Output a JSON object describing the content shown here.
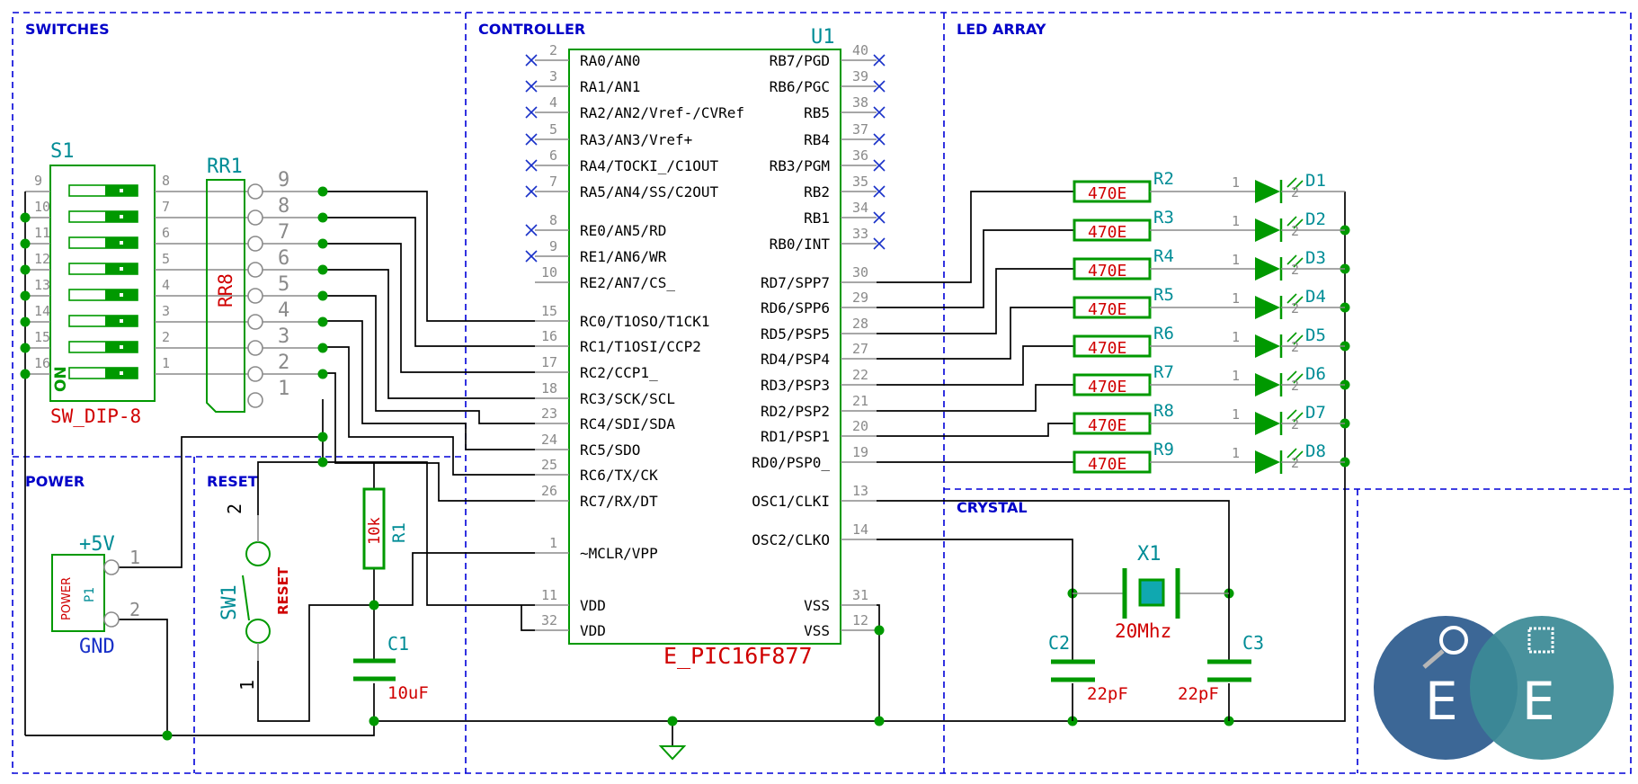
{
  "sections": {
    "switches": "SWITCHES",
    "controller": "CONTROLLER",
    "led_array": "LED ARRAY",
    "power": "POWER",
    "reset": "RESET",
    "crystal": "CRYSTAL"
  },
  "u1": {
    "ref": "U1",
    "value": "E_PIC16F877",
    "left_pins": [
      {
        "num": "2",
        "name": "RA0/AN0",
        "nc": true
      },
      {
        "num": "3",
        "name": "RA1/AN1",
        "nc": true
      },
      {
        "num": "4",
        "name": "RA2/AN2/Vref-/CVRef",
        "nc": true
      },
      {
        "num": "5",
        "name": "RA3/AN3/Vref+",
        "nc": true
      },
      {
        "num": "6",
        "name": "RA4/TOCKI_/C1OUT",
        "nc": true
      },
      {
        "num": "7",
        "name": "RA5/AN4/SS/C2OUT",
        "nc": true
      },
      {
        "num": "8",
        "name": "RE0/AN5/RD",
        "nc": true
      },
      {
        "num": "9",
        "name": "RE1/AN6/WR",
        "nc": true
      },
      {
        "num": "10",
        "name": "RE2/AN7/CS_",
        "nc": false
      },
      {
        "num": "15",
        "name": "RC0/T1OSO/T1CK1",
        "nc": false
      },
      {
        "num": "16",
        "name": "RC1/T1OSI/CCP2",
        "nc": false
      },
      {
        "num": "17",
        "name": "RC2/CCP1_",
        "nc": false
      },
      {
        "num": "18",
        "name": "RC3/SCK/SCL",
        "nc": false
      },
      {
        "num": "23",
        "name": "RC4/SDI/SDA",
        "nc": false
      },
      {
        "num": "24",
        "name": "RC5/SDO",
        "nc": false
      },
      {
        "num": "25",
        "name": "RC6/TX/CK",
        "nc": false
      },
      {
        "num": "26",
        "name": "RC7/RX/DT",
        "nc": false
      },
      {
        "num": "1",
        "name": "~MCLR/VPP",
        "nc": false
      },
      {
        "num": "11",
        "name": "VDD",
        "nc": false
      },
      {
        "num": "32",
        "name": "VDD",
        "nc": false
      }
    ],
    "right_pins": [
      {
        "num": "40",
        "name": "RB7/PGD",
        "nc": true
      },
      {
        "num": "39",
        "name": "RB6/PGC",
        "nc": true
      },
      {
        "num": "38",
        "name": "RB5",
        "nc": true
      },
      {
        "num": "37",
        "name": "RB4",
        "nc": true
      },
      {
        "num": "36",
        "name": "RB3/PGM",
        "nc": true
      },
      {
        "num": "35",
        "name": "RB2",
        "nc": true
      },
      {
        "num": "34",
        "name": "RB1",
        "nc": true
      },
      {
        "num": "33",
        "name": "RB0/INT",
        "nc": true
      },
      {
        "num": "30",
        "name": "RD7/SPP7",
        "nc": false
      },
      {
        "num": "29",
        "name": "RD6/SPP6",
        "nc": false
      },
      {
        "num": "28",
        "name": "RD5/PSP5",
        "nc": false
      },
      {
        "num": "27",
        "name": "RD4/PSP4",
        "nc": false
      },
      {
        "num": "22",
        "name": "RD3/PSP3",
        "nc": false
      },
      {
        "num": "21",
        "name": "RD2/PSP2",
        "nc": false
      },
      {
        "num": "20",
        "name": "RD1/PSP1",
        "nc": false
      },
      {
        "num": "19",
        "name": "RD0/PSP0_",
        "nc": false
      },
      {
        "num": "13",
        "name": "OSC1/CLKI",
        "nc": false
      },
      {
        "num": "14",
        "name": "OSC2/CLKO",
        "nc": false
      },
      {
        "num": "31",
        "name": "VSS",
        "nc": false
      },
      {
        "num": "12",
        "name": "VSS",
        "nc": false
      }
    ]
  },
  "s1": {
    "ref": "S1",
    "value": "SW_DIP-8",
    "on_label": "ON",
    "left_pins": [
      "9",
      "10",
      "11",
      "12",
      "13",
      "14",
      "15",
      "16"
    ],
    "right_pins": [
      "8",
      "7",
      "6",
      "5",
      "4",
      "3",
      "2",
      "1"
    ]
  },
  "rr1": {
    "ref": "RR1",
    "value": "RR8",
    "pins": [
      "9",
      "8",
      "7",
      "6",
      "5",
      "4",
      "3",
      "2",
      "1"
    ]
  },
  "leds": [
    {
      "r_ref": "R2",
      "r_val": "470E",
      "d_ref": "D1",
      "k": "1",
      "a": "2"
    },
    {
      "r_ref": "R3",
      "r_val": "470E",
      "d_ref": "D2",
      "k": "1",
      "a": "2"
    },
    {
      "r_ref": "R4",
      "r_val": "470E",
      "d_ref": "D3",
      "k": "1",
      "a": "2"
    },
    {
      "r_ref": "R5",
      "r_val": "470E",
      "d_ref": "D4",
      "k": "1",
      "a": "2"
    },
    {
      "r_ref": "R6",
      "r_val": "470E",
      "d_ref": "D5",
      "k": "1",
      "a": "2"
    },
    {
      "r_ref": "R7",
      "r_val": "470E",
      "d_ref": "D6",
      "k": "1",
      "a": "2"
    },
    {
      "r_ref": "R8",
      "r_val": "470E",
      "d_ref": "D7",
      "k": "1",
      "a": "2"
    },
    {
      "r_ref": "R9",
      "r_val": "470E",
      "d_ref": "D8",
      "k": "1",
      "a": "2"
    }
  ],
  "power": {
    "ref": "P1",
    "value": "POWER",
    "pin1_label": "+5V",
    "pin2_label": "GND",
    "pin1": "1",
    "pin2": "2"
  },
  "reset": {
    "sw_ref": "SW1",
    "sw_val": "RESET",
    "sw_pin_top": "2",
    "sw_pin_bottom": "1",
    "r_ref": "R1",
    "r_val": "10k",
    "c_ref": "C1",
    "c_val": "10uF"
  },
  "crystal": {
    "x_ref": "X1",
    "x_val": "20Mhz",
    "c2_ref": "C2",
    "c2_val": "22pF",
    "c3_ref": "C3",
    "c3_val": "22pF"
  },
  "logo": {
    "letters": [
      "E",
      "E"
    ]
  },
  "colors": {
    "frame": "#0000d8",
    "component": "#009900",
    "reference": "#008c96",
    "value": "#d00000",
    "wire": "#000000",
    "pin": "#8a8a8a",
    "logo_left": "#3c6796",
    "logo_right": "#3b8a96"
  }
}
